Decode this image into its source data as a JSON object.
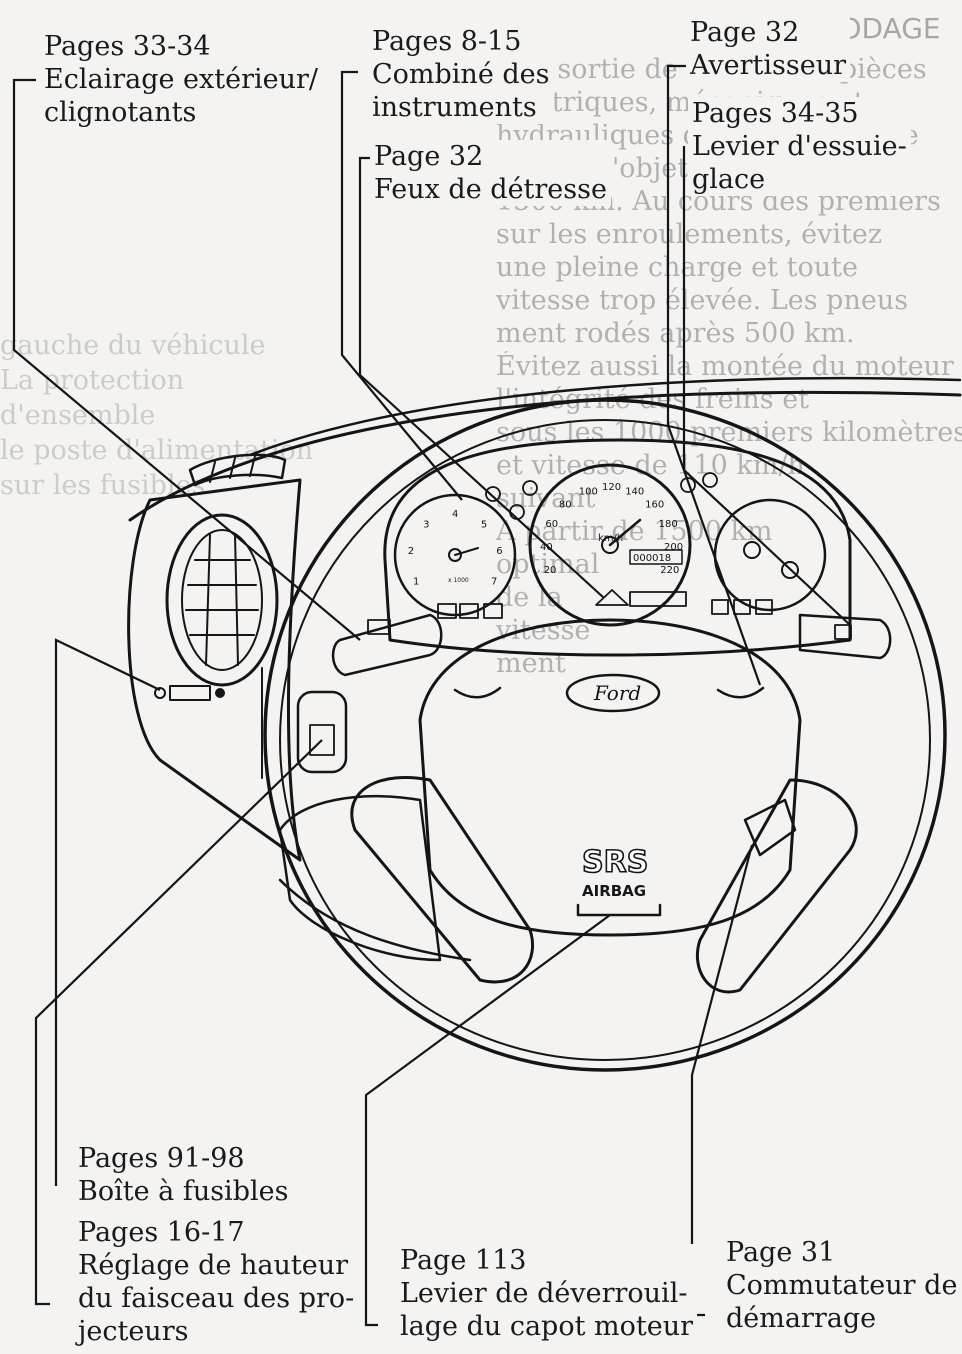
{
  "page": {
    "header": "RODAGE",
    "background_text": [
      "A la sortie de l'usine, les pièces",
      "électriques, mécaniques et",
      "hydrauliques de votre véhicule",
      "ont fait l'objet d'un rodage",
      "1500 km. Au cours des premiers",
      "sur les enroulements, évitez",
      "une pleine charge et toute",
      "vitesse trop élevée. Les pneus",
      "ment rodés après 500 km.",
      "Évitez aussi la montée du moteur",
      "l'intégrité des freins et",
      "sous les 1000 premiers kilomètres",
      "et vitesse de 110 km/h",
      "suivant",
      "A partir de 1500 km",
      "optimal",
      "de la",
      "vitesse",
      "ment"
    ],
    "background_text_left": [
      "gauche du véhicule",
      "La protection",
      "d'ensemble",
      "le poste d'alimentation",
      "sur les fusibles"
    ]
  },
  "callouts": {
    "lights": {
      "pages": "Pages 33-34",
      "lines": [
        "Eclairage extérieur/",
        "clignotants"
      ]
    },
    "cluster": {
      "pages": "Pages 8-15",
      "lines": [
        "Combiné des",
        "instruments"
      ]
    },
    "hazard": {
      "pages": "Page 32",
      "lines": [
        "Feux de détresse"
      ]
    },
    "horn": {
      "pages": "Page 32",
      "lines": [
        "Avertisseur"
      ]
    },
    "wiper": {
      "pages": "Pages 34-35",
      "lines": [
        "Levier d'essuie-",
        "glace"
      ]
    },
    "fuses": {
      "pages": "Pages 91-98",
      "lines": [
        "Boîte à fusibles"
      ]
    },
    "headlamp_level": {
      "pages": "Pages 16-17",
      "lines": [
        "Réglage de hauteur",
        "du faisceau des pro-",
        "jecteurs"
      ]
    },
    "bonnet": {
      "pages": "Page 113",
      "lines": [
        "Levier de déverrouil-",
        "lage du capot moteur"
      ]
    },
    "ignition": {
      "pages": "Page 31",
      "lines": [
        "Commutateur de",
        "démarrage"
      ]
    }
  },
  "dashboard": {
    "steering_logo": "Ford",
    "airbag_top": "SRS",
    "airbag_bottom": "AIRBAG",
    "speed_unit": "km/h",
    "speed_ticks": [
      "20",
      "40",
      "60",
      "80",
      "100",
      "120",
      "140",
      "160",
      "180",
      "200",
      "220"
    ],
    "odometer": "000018",
    "tacho_ticks": [
      "1",
      "2",
      "3",
      "4",
      "5",
      "6",
      "7"
    ],
    "tacho_unit": "x 1000"
  }
}
